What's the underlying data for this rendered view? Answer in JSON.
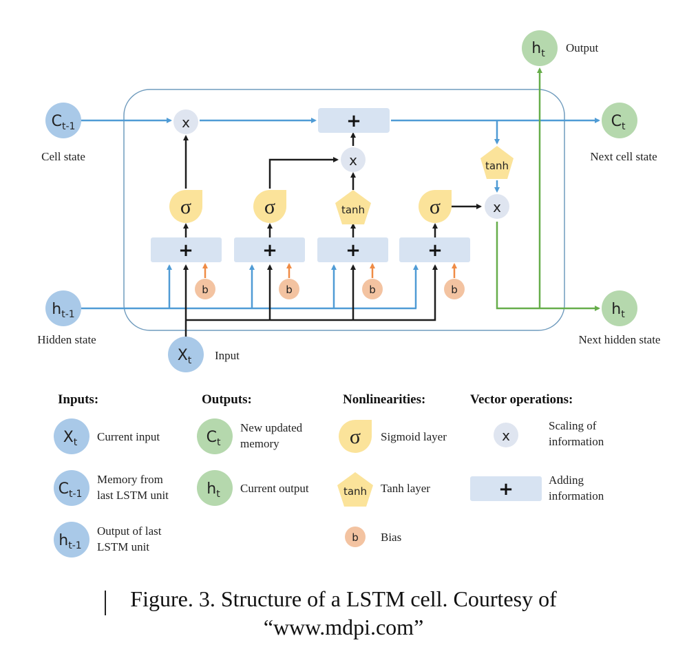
{
  "colors": {
    "blue_node": "#a9c9e8",
    "green_node": "#b5d8ad",
    "yellow_node": "#fbe39a",
    "orange_node": "#f3c3a1",
    "op_node": "#dfe5f0",
    "add_block": "#d7e3f2",
    "blue_line": "#4f9bd5",
    "green_line": "#66ad4a",
    "orange_line": "#ef8b45",
    "black_line": "#1c1c1c"
  },
  "diagram": {
    "nodes": {
      "c_prev": {
        "base": "C",
        "sub": "t-1"
      },
      "h_prev": {
        "base": "h",
        "sub": "t-1"
      },
      "x_t": {
        "base": "X",
        "sub": "t"
      },
      "c_t": {
        "base": "C",
        "sub": "t"
      },
      "h_out": {
        "base": "h",
        "sub": "t"
      },
      "h_next": {
        "base": "h",
        "sub": "t"
      }
    },
    "labels": {
      "cell_state": "Cell state",
      "hidden_state": "Hidden state",
      "input": "Input",
      "output": "Output",
      "next_cell_state": "Next cell state",
      "next_hidden_state": "Next hidden state"
    },
    "symbols": {
      "multiply": "x",
      "add": "+",
      "sigma": "σ",
      "tanh": "tanh",
      "bias": "b"
    }
  },
  "legend": {
    "inputs": {
      "title": "Inputs:",
      "items": [
        {
          "base": "X",
          "sub": "t",
          "lines": [
            "Current input"
          ]
        },
        {
          "base": "C",
          "sub": "t-1",
          "lines": [
            "Memory from",
            "last LSTM unit"
          ]
        },
        {
          "base": "h",
          "sub": "t-1",
          "lines": [
            "Output of last",
            "LSTM unit"
          ]
        }
      ]
    },
    "outputs": {
      "title": "Outputs:",
      "items": [
        {
          "base": "C",
          "sub": "t",
          "lines": [
            "New updated",
            "memory"
          ]
        },
        {
          "base": "h",
          "sub": "t",
          "lines": [
            "Current output"
          ]
        }
      ]
    },
    "nonlinearities": {
      "title": "Nonlinearities:",
      "items": [
        {
          "symbol": "σ",
          "lines": [
            "Sigmoid layer"
          ]
        },
        {
          "symbol": "tanh",
          "lines": [
            "Tanh layer"
          ]
        },
        {
          "symbol": "b",
          "lines": [
            "Bias"
          ]
        }
      ]
    },
    "vector_ops": {
      "title": "Vector operations:",
      "items": [
        {
          "symbol": "x",
          "lines": [
            "Scaling of",
            "information"
          ]
        },
        {
          "symbol": "+",
          "lines": [
            "Adding",
            "information"
          ]
        }
      ]
    }
  },
  "caption": {
    "line1": "Figure. 3. Structure of a LSTM cell. Courtesy of",
    "line2": "“www.mdpi.com”"
  }
}
